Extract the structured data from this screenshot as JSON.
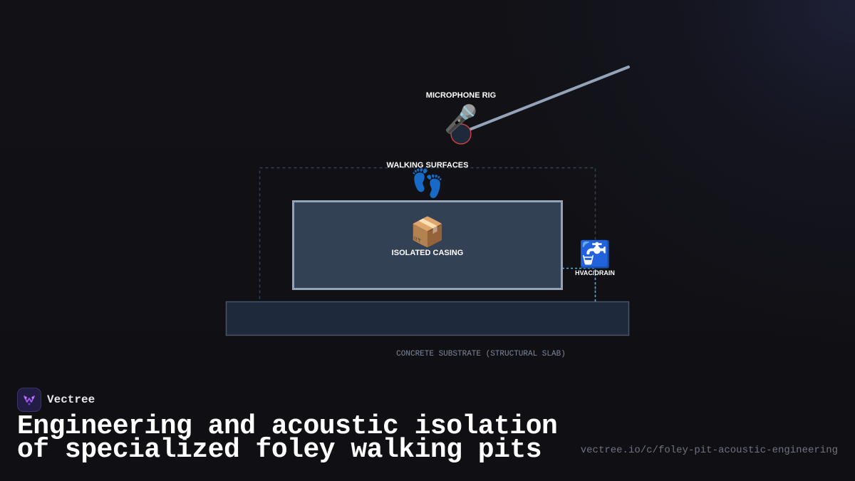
{
  "diagram": {
    "microphone_label": "MICROPHONE RIG",
    "microphone_icon": "microphone-icon",
    "microphone_glyph": "🎤",
    "walking_label": "WALKING SURFACES",
    "walking_icon": "footprints-icon",
    "walking_glyph": "👣",
    "casing_label": "ISOLATED CASING",
    "casing_icon": "package-icon",
    "casing_glyph": "📦",
    "hvac_label": "HVAC/DRAIN",
    "hvac_icon": "faucet-icon",
    "hvac_glyph": "🚰",
    "substrate_label": "CONCRETE SUBSTRATE (STRUCTURAL SLAB)"
  },
  "brand": {
    "name": "Vectree",
    "logo_icon": "vectree-logo-icon"
  },
  "title": {
    "line1": "Engineering and acoustic isolation",
    "line2": "of specialized foley walking pits"
  },
  "url": "vectree.io/c/foley-pit-acoustic-engineering",
  "colors": {
    "background": "#101014",
    "casing_fill": "#334155",
    "casing_stroke": "#94a3b8",
    "slab_fill": "#1e293b",
    "slab_stroke": "#475569",
    "dashed_enclosure": "#334155",
    "hvac_line": "#38bdf8",
    "boom_arm": "#94a3b8",
    "mic_ring": "#ef4444"
  }
}
